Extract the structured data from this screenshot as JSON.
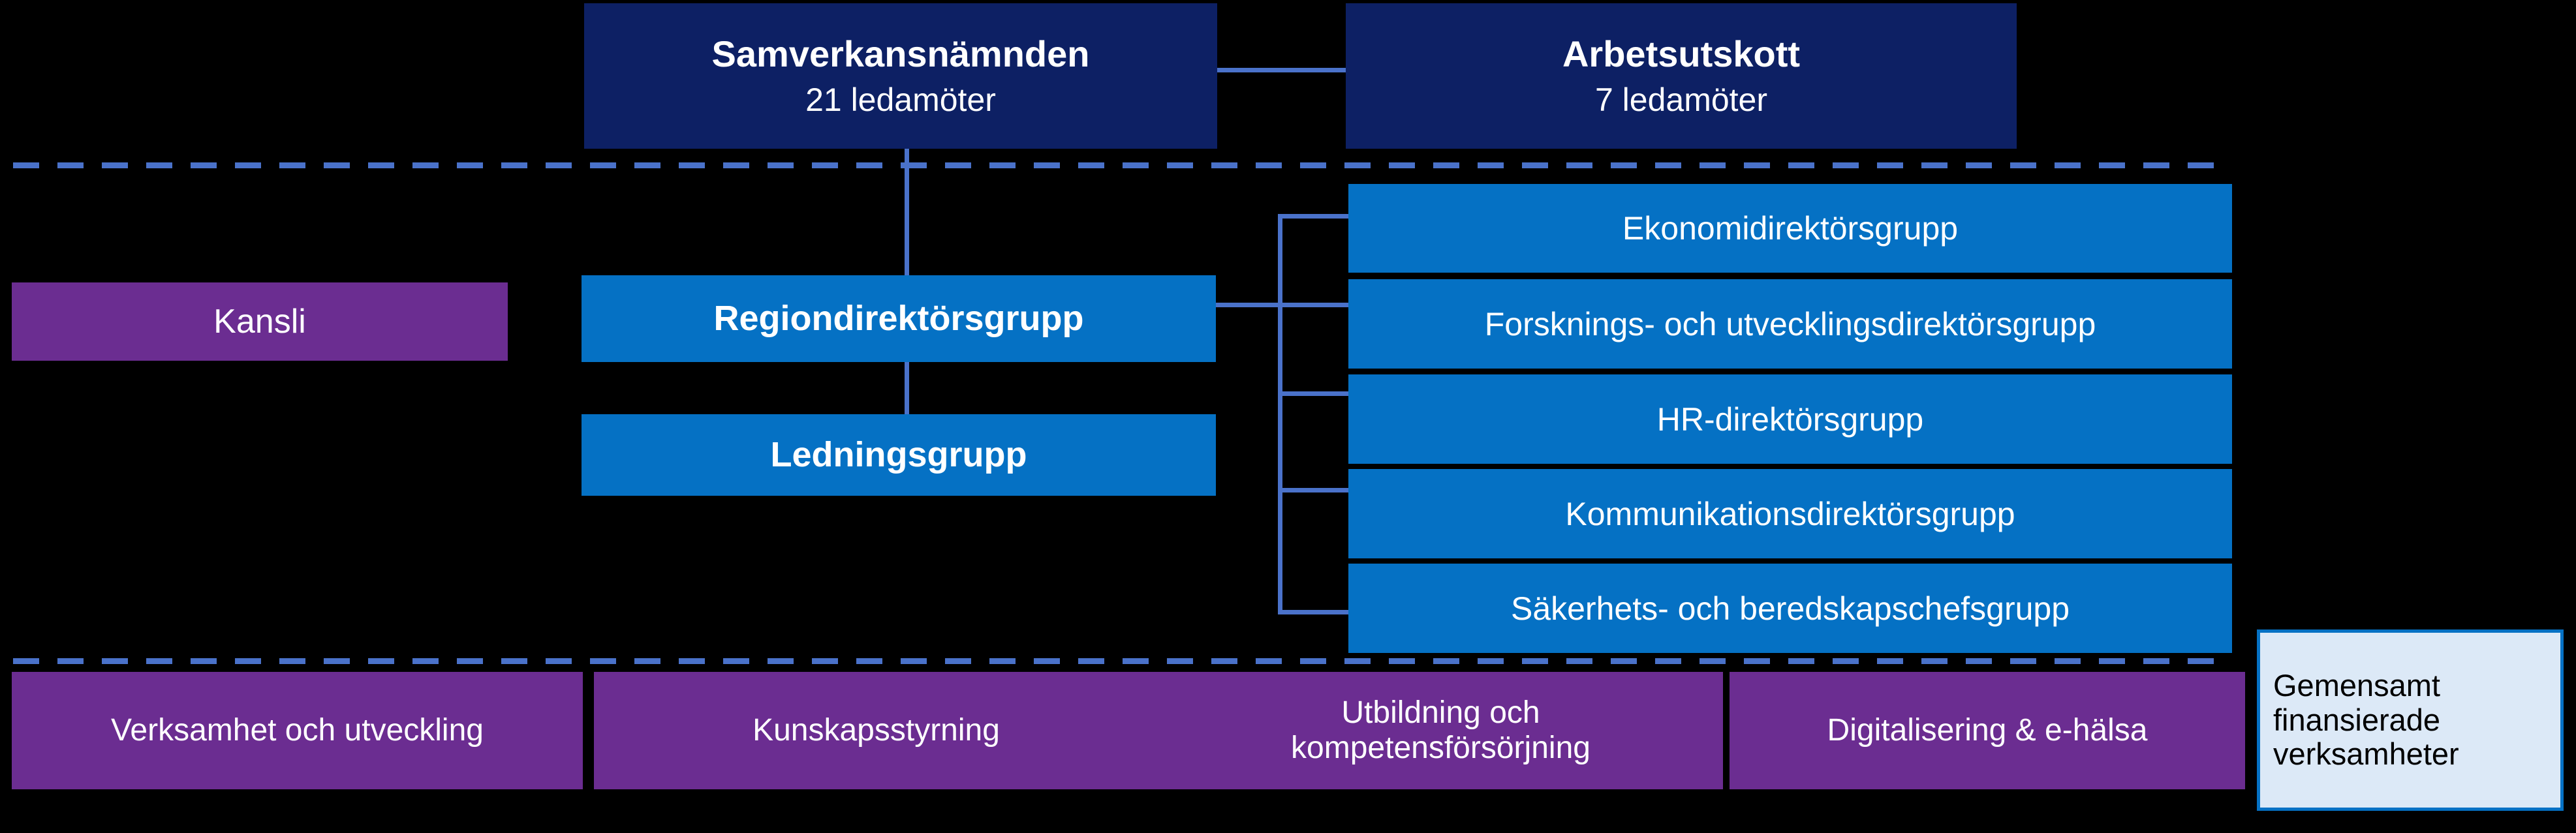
{
  "colors": {
    "background": "#000000",
    "navy": "#0d2064",
    "blue": "#0571c4",
    "purple": "#6b2d91",
    "connector": "#4a72ca",
    "light_box_fill": "#dce9f7",
    "light_box_border": "#0571c4",
    "text_on_dark": "#ffffff",
    "text_on_light": "#000000"
  },
  "top_level": {
    "board": {
      "title": "Samverkansnämnden",
      "subtitle": "21 ledamöter"
    },
    "committee": {
      "title": "Arbetsutskott",
      "subtitle": "7 ledamöter"
    }
  },
  "office": {
    "label": "Kansli"
  },
  "management": {
    "director_group": "Regiondirektörsgrupp",
    "leadership_group": "Ledningsgrupp"
  },
  "director_groups": [
    {
      "label": "Ekonomidirektörsgrupp"
    },
    {
      "label": "Forsknings- och utvecklingsdirektörsgrupp"
    },
    {
      "label": "HR-direktörsgrupp"
    },
    {
      "label": "Kommunikationsdirektörsgrupp"
    },
    {
      "label": "Säkerhets- och beredskapschefsgrupp"
    }
  ],
  "areas": [
    {
      "line1": "Verksamhet och utveckling",
      "line2": ""
    },
    {
      "line1": "Kunskapsstyrning",
      "line2": ""
    },
    {
      "line1": "Utbildning och",
      "line2": "kompetensförsörjning"
    },
    {
      "line1": "Digitalisering & e-hälsa",
      "line2": ""
    }
  ],
  "shared_operations": {
    "line1": "Gemensamt",
    "line2": "finansierade",
    "line3": "verksamheter"
  }
}
